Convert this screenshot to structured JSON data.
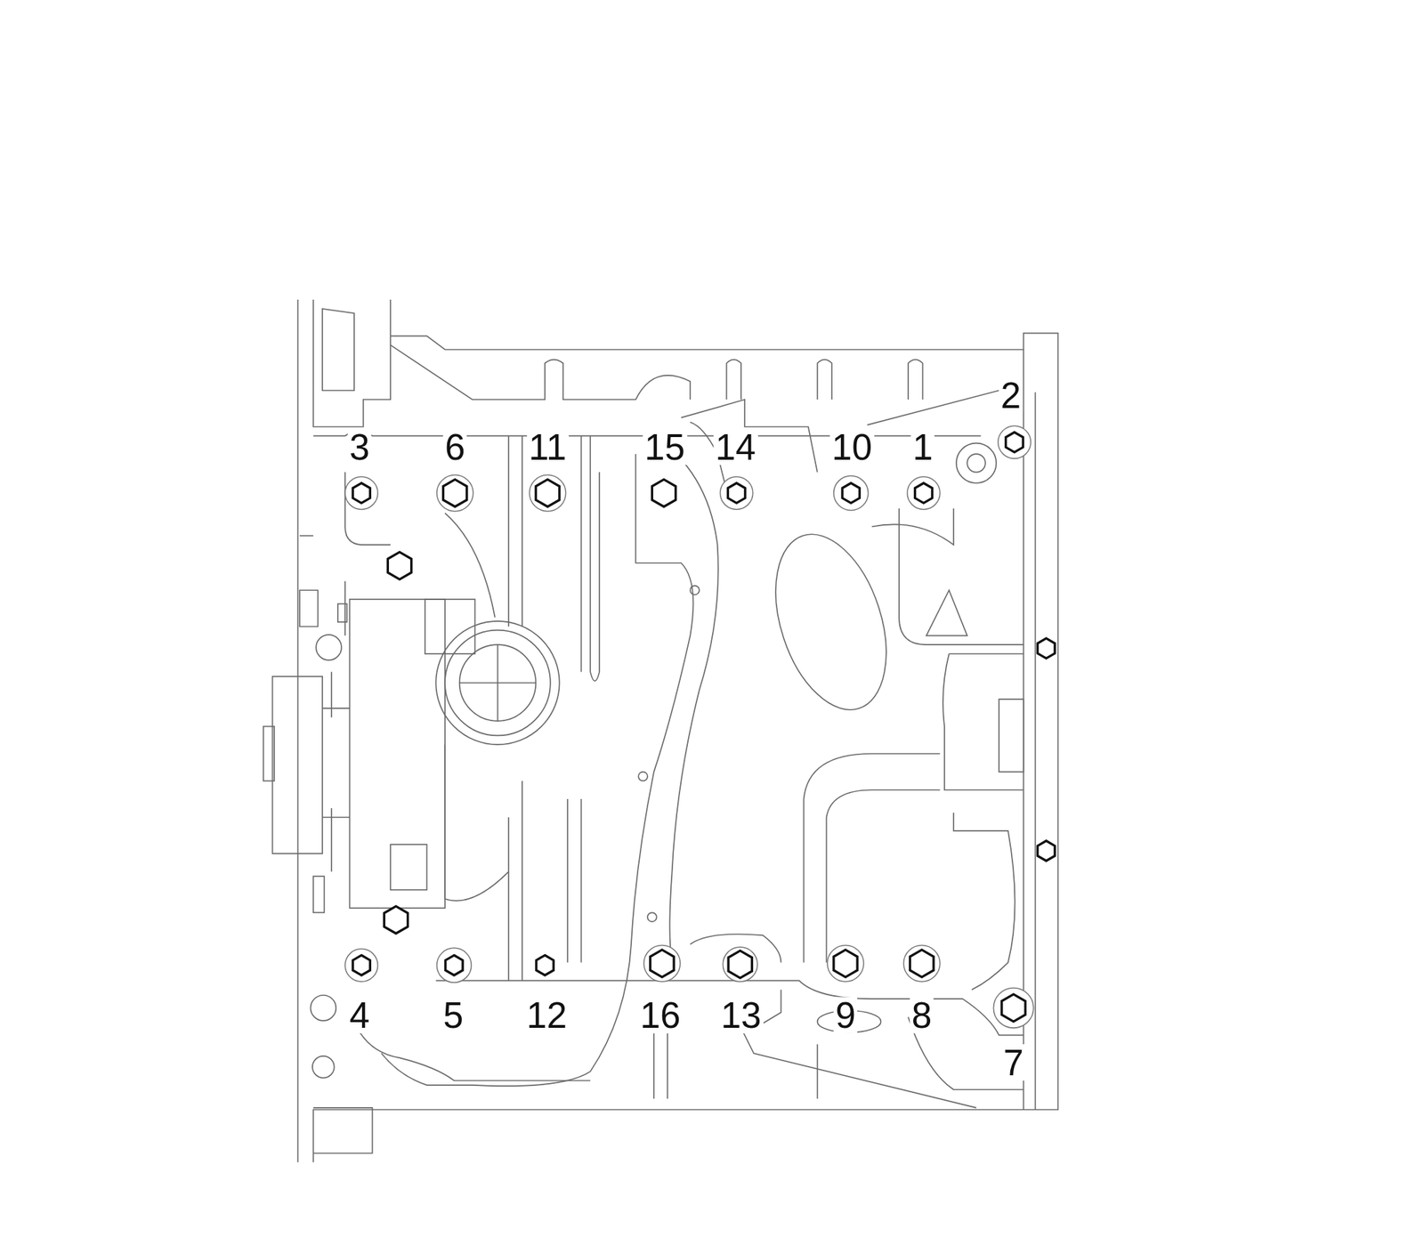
{
  "diagram": {
    "labels": [
      "2",
      "3",
      "6",
      "11",
      "15",
      "14",
      "10",
      "1",
      "4",
      "5",
      "12",
      "16",
      "13",
      "9",
      "8",
      "7"
    ]
  }
}
